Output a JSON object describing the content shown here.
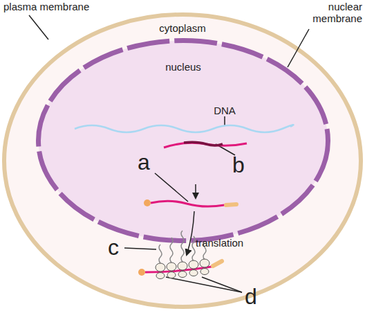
{
  "diagram": {
    "nodes": [
      {
        "text": [
          "cytoplasm"
        ]
      },
      {
        "text": [
          "nucleus"
        ],
        "in": 0
      }
    ],
    "labels": [
      "plasma membrane",
      "nuclear membrane",
      "DNA",
      "b",
      "a",
      "translation",
      "c",
      "d"
    ]
  }
}
